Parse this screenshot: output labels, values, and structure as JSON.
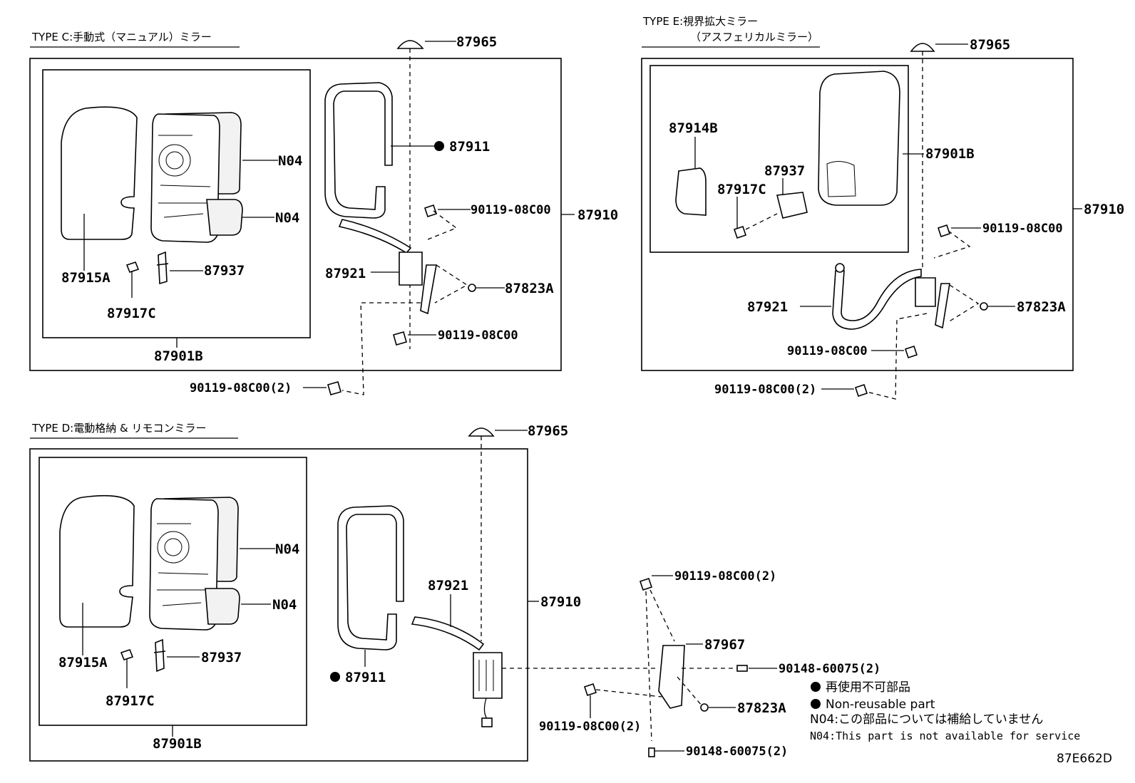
{
  "sections": {
    "type_c": {
      "title": "TYPE C:手動式（マニュアル）ミラー"
    },
    "type_e": {
      "title_line1": "TYPE E:視界拡大ミラー",
      "title_line2": "（アスフェリカルミラー）"
    },
    "type_d": {
      "title": "TYPE D:電動格納 & リモコンミラー"
    }
  },
  "labels": {
    "c_87965": "87965",
    "c_87911": "87911",
    "c_n04_a": "N04",
    "c_n04_b": "N04",
    "c_90119_a": "90119-08C00",
    "c_87910": "87910",
    "c_87921": "87921",
    "c_87823a": "87823A",
    "c_87915a": "87915A",
    "c_87937": "87937",
    "c_87917c": "87917C",
    "c_90119_b": "90119-08C00",
    "c_87901b": "87901B",
    "c_90119_c": "90119-08C00(2)",
    "e_87965": "87965",
    "e_87914b": "87914B",
    "e_87901b": "87901B",
    "e_87937": "87937",
    "e_87917c": "87917C",
    "e_87910": "87910",
    "e_90119_a": "90119-08C00",
    "e_87921": "87921",
    "e_87823a": "87823A",
    "e_90119_b": "90119-08C00",
    "e_90119_c": "90119-08C00(2)",
    "d_87965": "87965",
    "d_n04_a": "N04",
    "d_n04_b": "N04",
    "d_87921": "87921",
    "d_87910": "87910",
    "d_87915a": "87915A",
    "d_87937": "87937",
    "d_87911": "87911",
    "d_87917c": "87917C",
    "d_87901b": "87901B",
    "d_90119_a": "90119-08C00(2)",
    "d_87967": "87967",
    "d_90148_a": "90148-60075(2)",
    "d_87823a": "87823A",
    "d_90119_b": "90119-08C00(2)",
    "d_90148_b": "90148-60075(2)"
  },
  "legend": {
    "nonreusable_jp": "再使用不可部品",
    "nonreusable_en": "Non-reusable part",
    "n04_jp": "N04:この部品については補給していません",
    "n04_en": "N04:This part is not available for service"
  },
  "diagram_code": "87E662D"
}
